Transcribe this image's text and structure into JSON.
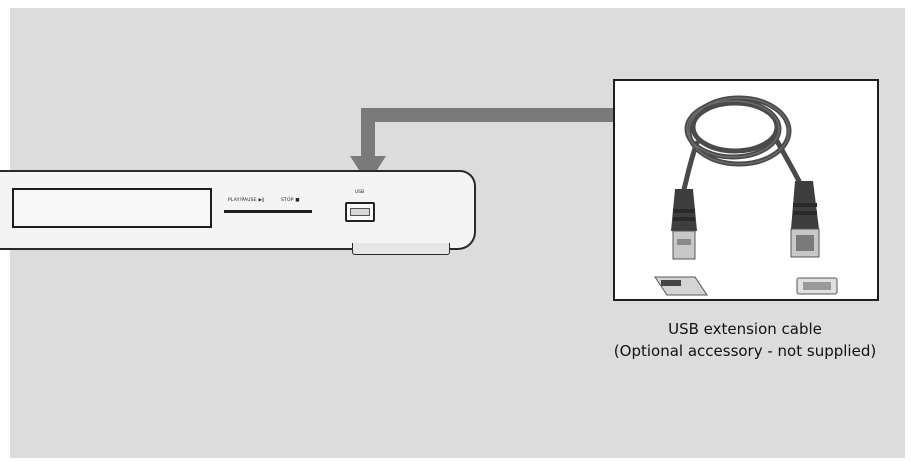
{
  "device": {
    "playpause_label": "PLAY/PAUSE ▶‖",
    "stop_label": "STOP ■",
    "usb_label": "USB"
  },
  "caption": {
    "line1": "USB extension cable",
    "line2": "(Optional accessory - not supplied)"
  },
  "colors": {
    "background": "#dcdcdc",
    "arrow": "#7a7a7a",
    "cable": "#4a4a4a",
    "device_body": "#f4f4f4"
  }
}
